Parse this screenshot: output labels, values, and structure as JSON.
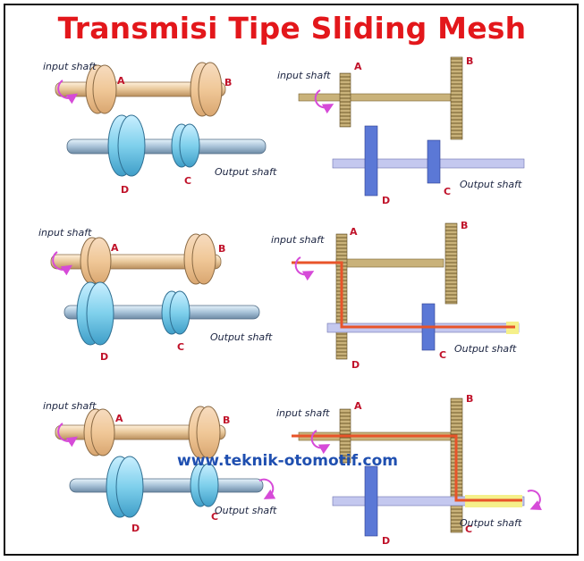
{
  "title": "Transmisi Tipe Sliding Mesh",
  "watermark": "www.teknik-otomotif.com",
  "labels": {
    "input_shaft": "input shaft",
    "output_shaft": "Output shaft",
    "gear_a": "A",
    "gear_b": "B",
    "gear_c": "C",
    "gear_d": "D"
  },
  "colors": {
    "title": "#e3171b",
    "watermark": "#1f4fb0",
    "power_flow": "#e8542a",
    "rotation_arrow": "#d64ad8",
    "gear_input": "#f2c8a0",
    "gear_output": "#7fd0ec",
    "schematic_gear_input": "#c9b27a",
    "schematic_gear_output": "#8fa6e0"
  }
}
